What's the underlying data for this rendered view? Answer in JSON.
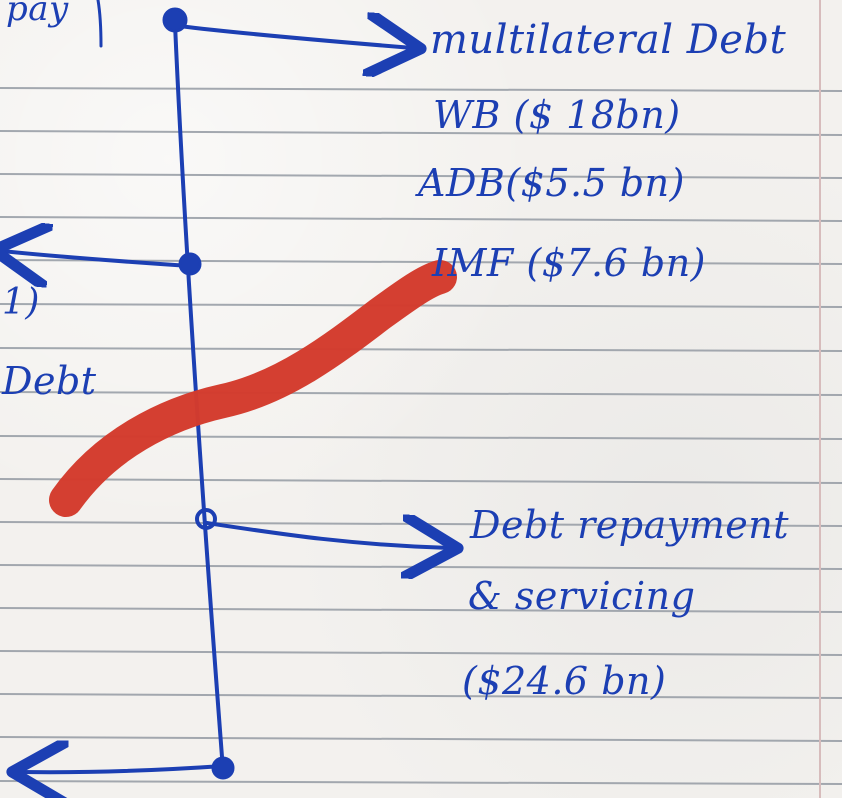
{
  "notes": {
    "top_left_fragment": "pay",
    "right_branch_title": "multilateral Debt",
    "right_items": [
      "WB ($ 18bn)",
      "ADB($5.5 bn)",
      "IMF ($7.6 bn)"
    ],
    "left_fragment_1": "1)",
    "left_fragment_2": "Debt",
    "bottom_branch_lines": [
      "Debt repayment",
      "& servicing",
      "($24.6 bn)"
    ]
  },
  "colors": {
    "paper": "#f3f1ee",
    "ruled_line": "#9aa0a8",
    "margin_line": "#d7bcbc",
    "ink": "#1c3fb3",
    "highlighter": "#d33b2d"
  }
}
